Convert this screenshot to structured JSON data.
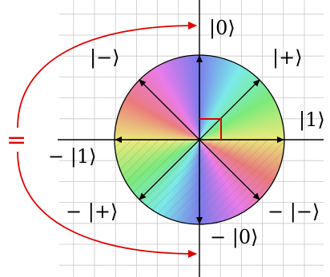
{
  "labels": {
    "ket0": "|0⟩",
    "ket_minus": "|−⟩",
    "ket_plus": "|+⟩",
    "ket1": "|1⟩",
    "neg_ket1": "− |1⟩",
    "neg_ket_plus": "− |+⟩",
    "neg_ket_minus": "− |−⟩",
    "neg_ket0": "− |0⟩",
    "equals": "="
  },
  "colors": {
    "grid": "#c8c8c8",
    "axis": "#000000",
    "arrow": "#000000",
    "red": "#e00000"
  }
}
